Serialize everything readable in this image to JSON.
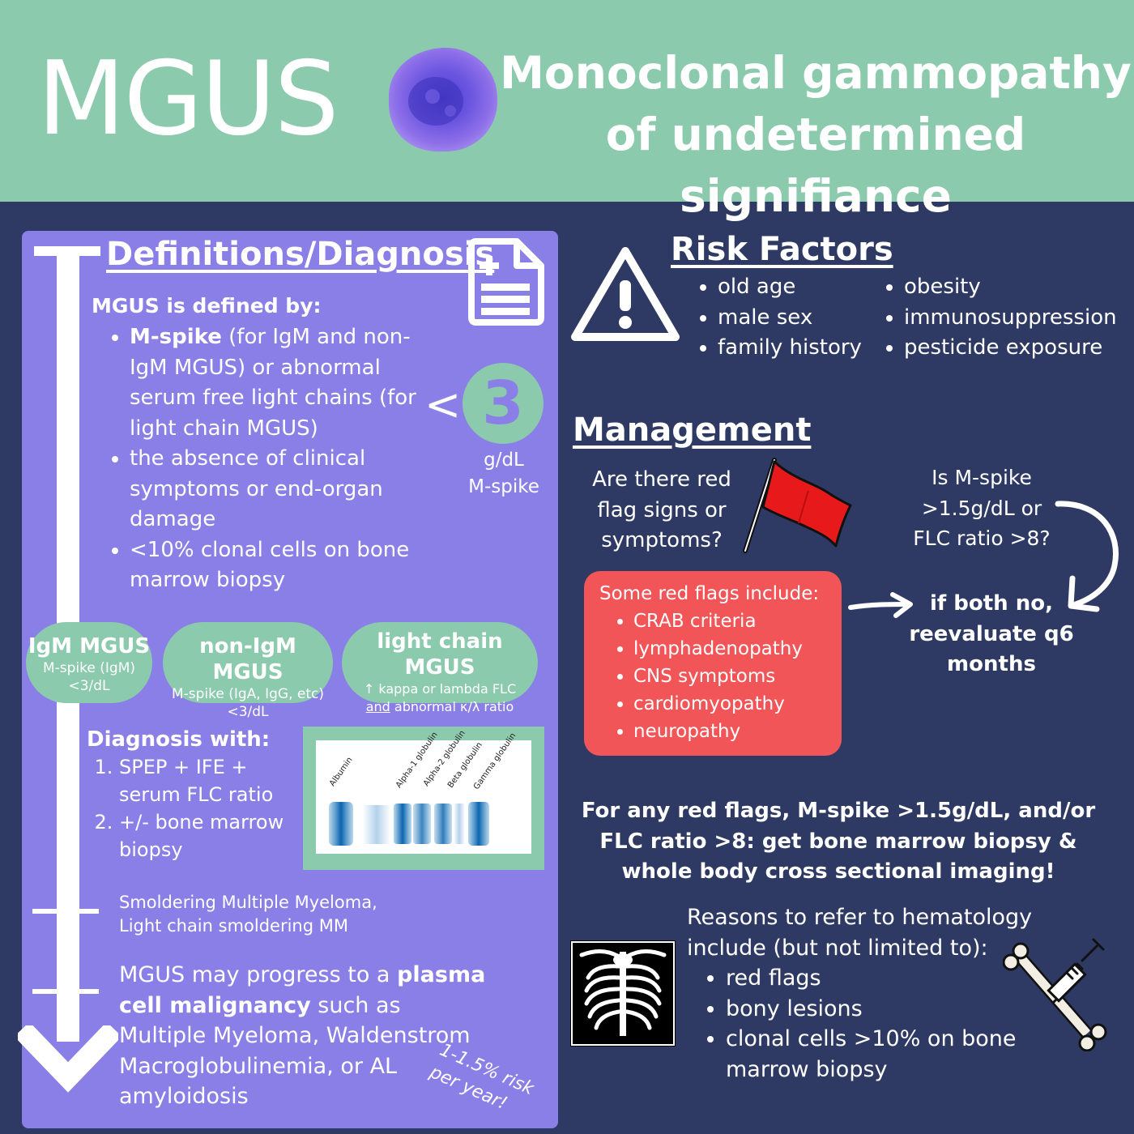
{
  "header": {
    "acronym": "MGUS",
    "full_name_line1": "Monoclonal gammopathy",
    "full_name_line2": "of undetermined signifiance"
  },
  "definitions": {
    "title": "Definitions/Diagnosis",
    "intro": "MGUS is defined by:",
    "criteria": [
      {
        "bold": "M-spike",
        "text": " (for IgM and non-IgM MGUS) or abnormal serum free light chains (for light chain MGUS)"
      },
      {
        "bold": "",
        "text": "the absence of clinical symptoms or end-organ damage"
      },
      {
        "bold": "",
        "text": "<10% clonal cells on bone marrow biopsy"
      }
    ],
    "threshold_symbol": "<",
    "threshold_value": "3",
    "threshold_unit_line1": "g/dL",
    "threshold_unit_line2": "M-spike"
  },
  "subtypes": [
    {
      "name": "IgM MGUS",
      "line1": "M-spike (IgM)",
      "line2": "<3/dL"
    },
    {
      "name": "non-IgM MGUS",
      "line1": "M-spike (IgA, IgG, etc)",
      "line2": "<3/dL"
    },
    {
      "name": "light chain MGUS",
      "line1": "↑ kappa or lambda FLC",
      "line2_underline": "and",
      "line2_rest": " abnormal κ/λ ratio"
    }
  ],
  "diagnosis": {
    "title": "Diagnosis with:",
    "steps": [
      "SPEP + IFE + serum FLC ratio",
      "+/- bone marrow biopsy"
    ],
    "gel_labels": [
      "Albumin",
      "Alpha-1 globulin",
      "Alpha-2 globulin",
      "Beta globulin",
      "Gamma globulin"
    ]
  },
  "progression": {
    "smoldering_line1": "Smoldering Multiple Myeloma,",
    "smoldering_line2": "Light chain smoldering MM",
    "text_pre": "MGUS may progress to a ",
    "text_bold": "plasma cell malignancy",
    "text_post": " such as Multiple Myeloma, Waldenstrom Macroglobulinemia, or AL amyloidosis",
    "risk_line1": "1-1.5% risk",
    "risk_line2": "per year!"
  },
  "risk_factors": {
    "title": "Risk Factors",
    "column1": [
      "old age",
      "male sex",
      "family history"
    ],
    "column2": [
      "obesity",
      "immunosuppression",
      "pesticide exposure"
    ]
  },
  "management": {
    "title": "Management",
    "question_red_flags": "Are there red flag signs or symptoms?",
    "question_mspike": "Is M-spike >1.5g/dL or FLC ratio >8?",
    "red_flags_title": "Some red flags include:",
    "red_flags": [
      "CRAB criteria",
      "lymphadenopathy",
      "CNS symptoms",
      "cardiomyopathy",
      "neuropathy"
    ],
    "if_both_no": "if both no, reevaluate q6 months",
    "for_any": "For any red flags, M-spike >1.5g/dL, and/or FLC ratio >8: get bone marrow biopsy & whole body cross sectional imaging!"
  },
  "referral": {
    "intro": "Reasons to refer to hematology include (but not limited to):",
    "reasons": [
      "red flags",
      "bony lesions",
      "clonal cells >10% on bone marrow biopsy"
    ]
  },
  "colors": {
    "navy": "#2e3a64",
    "mint": "#8ccaae",
    "lavender": "#8a7fe6",
    "red": "#f25557"
  }
}
